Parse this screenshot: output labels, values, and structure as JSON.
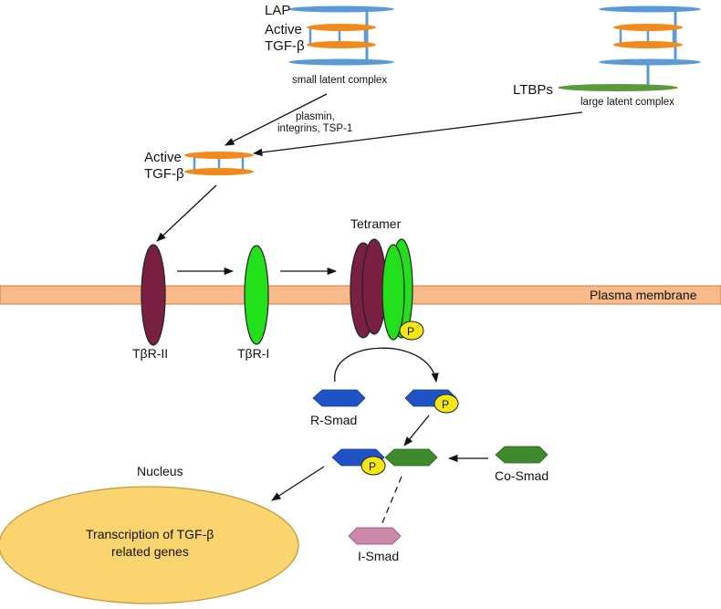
{
  "colors": {
    "lap_blue": "#5b9bd5",
    "tgf_orange": "#f08a1c",
    "ltbp_green": "#5b9a3c",
    "membrane": "#f8ba8b",
    "membrane_edge": "#d07840",
    "receptor_ii": "#7a2045",
    "receptor_i": "#22e01a",
    "phosphate": "#f5e614",
    "smad_blue": "#1f52c6",
    "smad_green": "#3f8a2c",
    "ismad_pink": "#cc88aa",
    "nucleus": "#fad46f",
    "nucleus_edge": "#c29b42"
  },
  "labels": {
    "lap": "LAP",
    "active_top": "Active",
    "tgf_top": "TGF-β",
    "small_latent": "small latent complex",
    "ltbps": "LTBPs",
    "large_latent": "large latent complex",
    "plasmin": "plasmin,",
    "integrins": "integrins, TSP-1",
    "active_mid": "Active",
    "tgf_mid": "TGF-β",
    "tetramer": "Tetramer",
    "membrane": "Plasma membrane",
    "tbr2": "TβR-II",
    "tbr1": "TβR-I",
    "rsmad": "R-Smad",
    "cosmad": "Co-Smad",
    "ismad": "I-Smad",
    "nucleus": "Nucleus",
    "transcription_1": "Transcription of TGF-β",
    "transcription_2": "related genes",
    "p": "P"
  }
}
